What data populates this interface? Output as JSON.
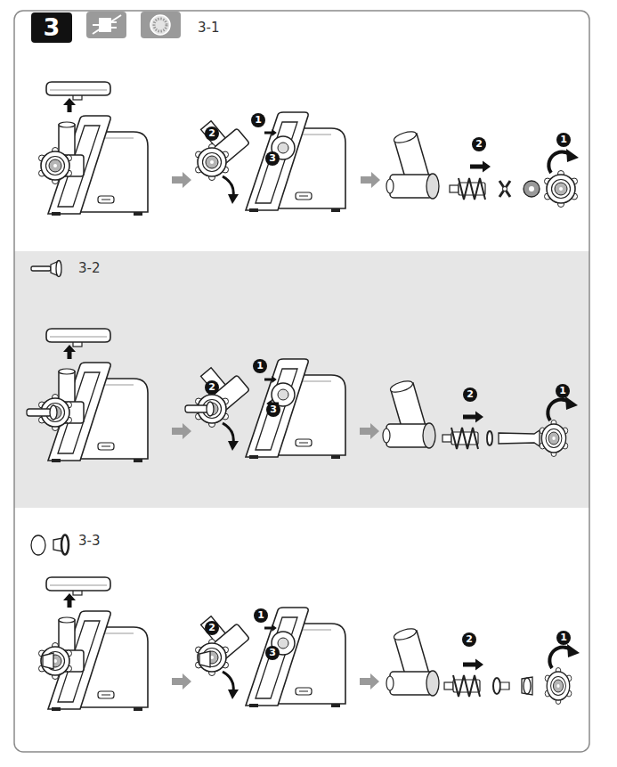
{
  "diagram": {
    "nodes": [
      {
        "text": [
          "3"
        ]
      },
      {
        "text": [
          "3-1"
        ]
      },
      {
        "text": [
          "3-2"
        ]
      },
      {
        "text": [
          "3-3"
        ]
      }
    ],
    "labels": [
      "1",
      "2",
      "3",
      "2",
      "1",
      "1",
      "2",
      "3",
      "2",
      "1",
      "1",
      "2",
      "3",
      "2",
      "1"
    ]
  }
}
